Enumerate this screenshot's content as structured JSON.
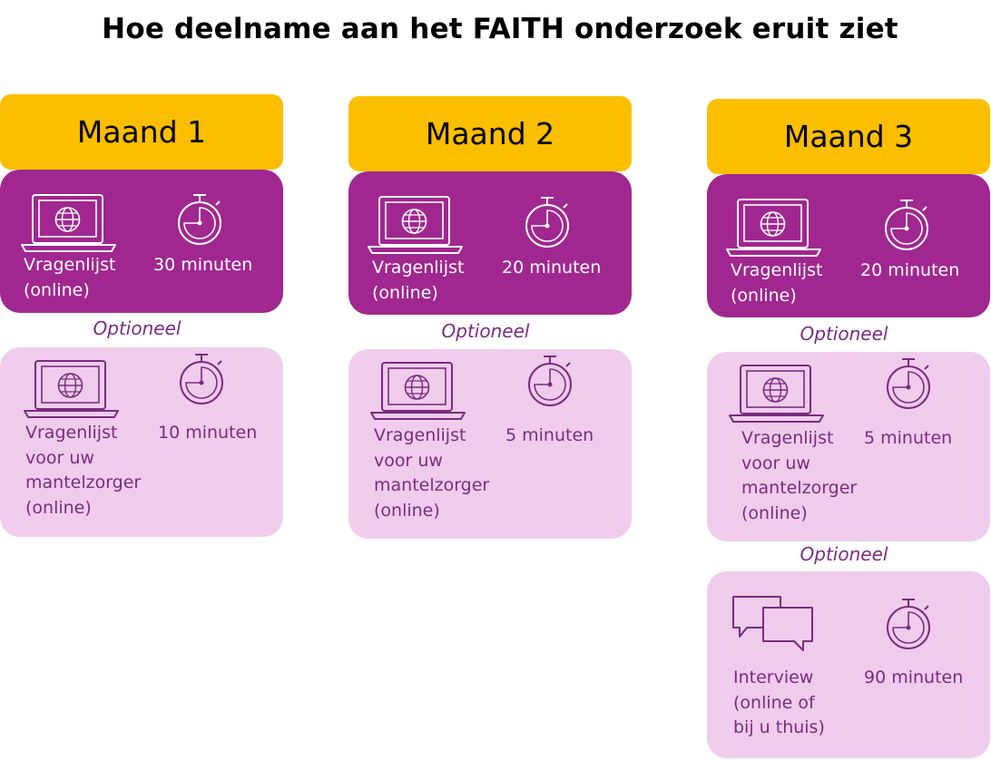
{
  "title": "Hoe deelname aan het FAITH onderzoek eruit ziet",
  "colors": {
    "header": "#fbbf00",
    "dark": "#a0278f",
    "light": "#f0cdec",
    "accent": "#7a2b80"
  },
  "months": [
    {
      "header": "Maand 1",
      "questionnaire": {
        "label": "Vragenlijst\n(online)",
        "duration": "30 minuten",
        "icons": [
          "laptop-globe-icon",
          "stopwatch-icon"
        ]
      },
      "optional_1": {
        "label": "Optioneel",
        "text": "Vragenlijst\nvoor uw\nmantelzorger\n(online)",
        "duration": "10 minuten",
        "icons": [
          "laptop-globe-icon",
          "stopwatch-icon"
        ]
      }
    },
    {
      "header": "Maand 2",
      "questionnaire": {
        "label": "Vragenlijst\n(online)",
        "duration": "20 minuten",
        "icons": [
          "laptop-globe-icon",
          "stopwatch-icon"
        ]
      },
      "optional_1": {
        "label": "Optioneel",
        "text": "Vragenlijst\nvoor uw\nmantelzorger\n(online)",
        "duration": "5 minuten",
        "icons": [
          "laptop-globe-icon",
          "stopwatch-icon"
        ]
      }
    },
    {
      "header": "Maand 3",
      "questionnaire": {
        "label": "Vragenlijst\n(online)",
        "duration": "20 minuten",
        "icons": [
          "laptop-globe-icon",
          "stopwatch-icon"
        ]
      },
      "optional_1": {
        "label": "Optioneel",
        "text": "Vragenlijst\nvoor uw\nmantelzorger\n(online)",
        "duration": "5 minuten",
        "icons": [
          "laptop-globe-icon",
          "stopwatch-icon"
        ]
      },
      "optional_2": {
        "label": "Optioneel",
        "text": "Interview\n(online of\nbij u thuis)",
        "duration": "90 minuten",
        "icons": [
          "speech-bubbles-icon",
          "stopwatch-icon"
        ]
      }
    }
  ]
}
